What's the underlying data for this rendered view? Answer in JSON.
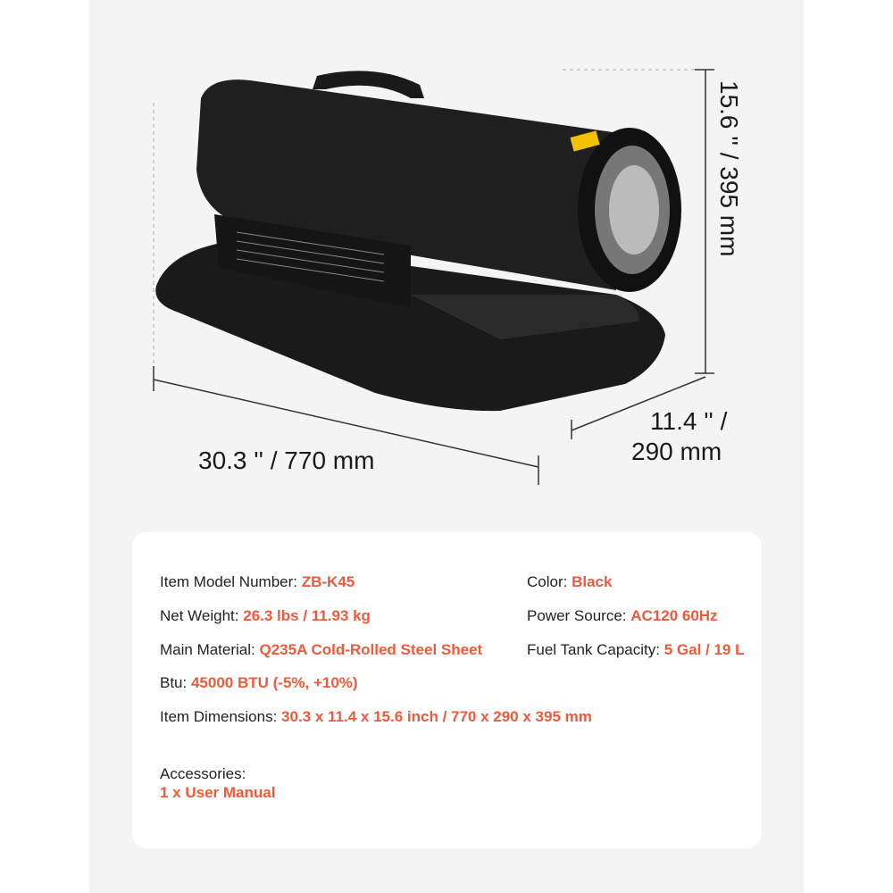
{
  "dimensions": {
    "length": "30.3 '' / 770 mm",
    "width_line1": "11.4 '' /",
    "width_line2": "290 mm",
    "height": "15.6 '' / 395 mm"
  },
  "specs": {
    "model": {
      "label": "Item Model Number: ",
      "value": "ZB-K45"
    },
    "color": {
      "label": "Color: ",
      "value": "Black"
    },
    "weight": {
      "label": "Net Weight: ",
      "value": "26.3 lbs / 11.93 kg"
    },
    "power": {
      "label": "Power Source: ",
      "value": "AC120 60Hz"
    },
    "material": {
      "label": "Main Material: ",
      "value": "Q235A Cold-Rolled Steel Sheet"
    },
    "fuel": {
      "label": "Fuel Tank Capacity: ",
      "value": "5 Gal / 19 L"
    },
    "btu": {
      "label": "Btu: ",
      "value": "45000 BTU (-5%, +10%)"
    },
    "dims": {
      "label": "Item Dimensions: ",
      "value": "30.3 x 11.4 x 15.6 inch / 770 x 290 x 395 mm"
    },
    "accessories": {
      "label": "Accessories:",
      "value": "1 x User Manual"
    }
  },
  "colors": {
    "accent": "#f05a3a",
    "product": "#1c1c1c"
  }
}
